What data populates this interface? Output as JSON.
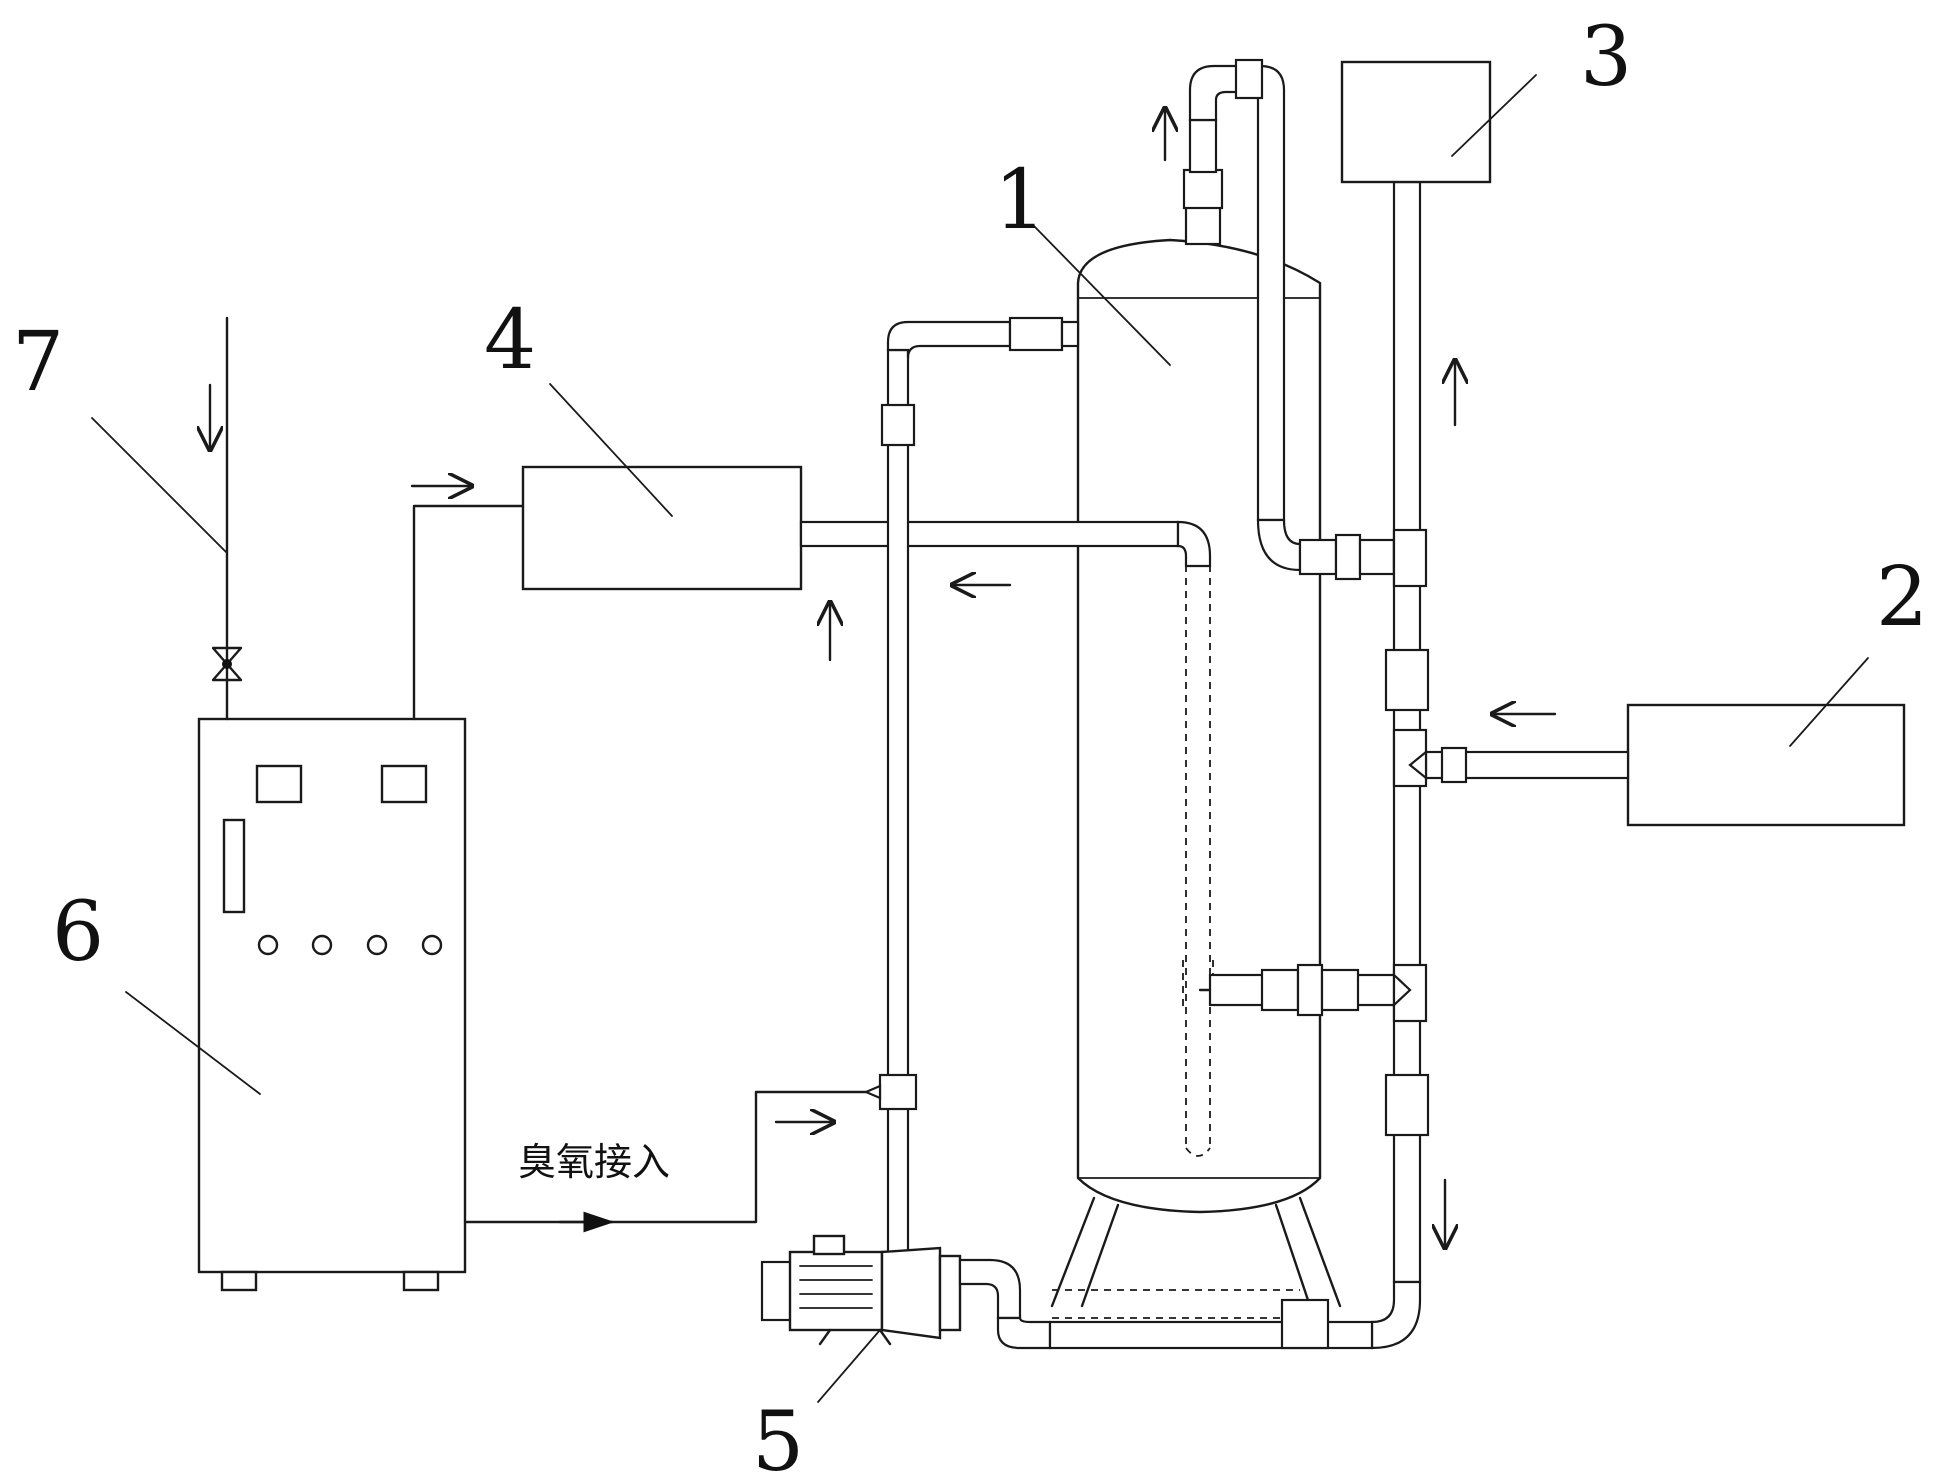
{
  "labels": {
    "tank": "1",
    "unit_right": "2",
    "top_box": "3",
    "mid_box": "4",
    "pump": "5",
    "ozone_generator": "6",
    "inlet_line": "7"
  },
  "caption": "臭氧接入"
}
